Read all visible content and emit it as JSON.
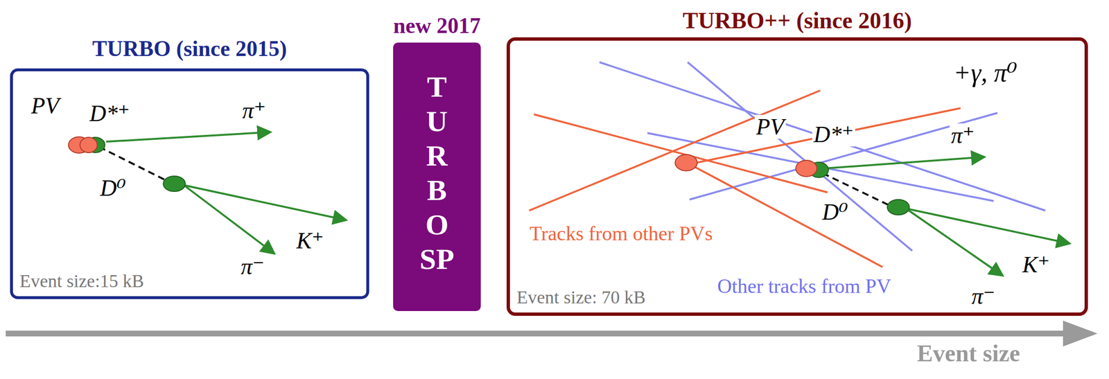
{
  "diagram": {
    "nodes": [
      {
        "text": [
          "TURBO (since 2015)",
          "Event size:15 kB"
        ]
      },
      {
        "text": [
          "new 2017",
          "T U R B O SP"
        ]
      },
      {
        "text": [
          "TURBO++ (since 2016)",
          "Event size: 70 kB"
        ]
      }
    ],
    "labels": [
      "PV",
      "D*⁺",
      "π⁺",
      "D⁰",
      "K⁺",
      "π⁻",
      "+γ, π⁰",
      "PV",
      "D*⁺",
      "π⁺",
      "D⁰",
      "K⁺",
      "π⁻",
      "Tracks from other PVs",
      "Other tracks from PV",
      "Event size"
    ]
  }
}
